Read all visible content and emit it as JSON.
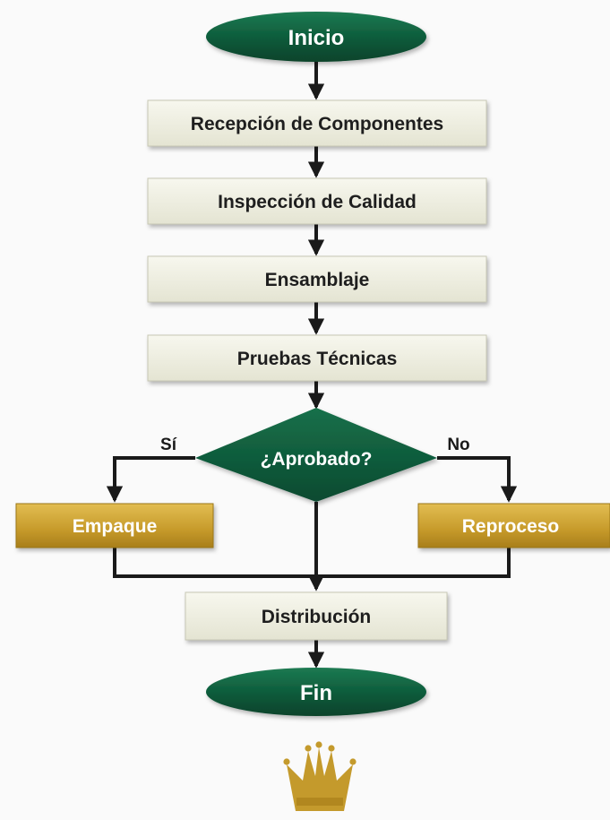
{
  "diagram": {
    "start": "Inicio",
    "steps": [
      "Recepción de Componentes",
      "Inspección de Calidad",
      "Ensamblaje",
      "Pruebas Técnicas"
    ],
    "decision": {
      "question": "¿Aprobado?",
      "yes_label": "Sí",
      "no_label": "No",
      "yes_step": "Empaque",
      "no_step": "Reproceso"
    },
    "merge_step": "Distribución",
    "end": "Fin"
  },
  "colors": {
    "terminal_green": "#0d5a3a",
    "process_fill": "#eeeedf",
    "branch_gold": "#c9a030",
    "crown_gold": "#c49a2c",
    "connector": "#1a1a1a"
  },
  "icons": {
    "logo": "crown-icon"
  }
}
